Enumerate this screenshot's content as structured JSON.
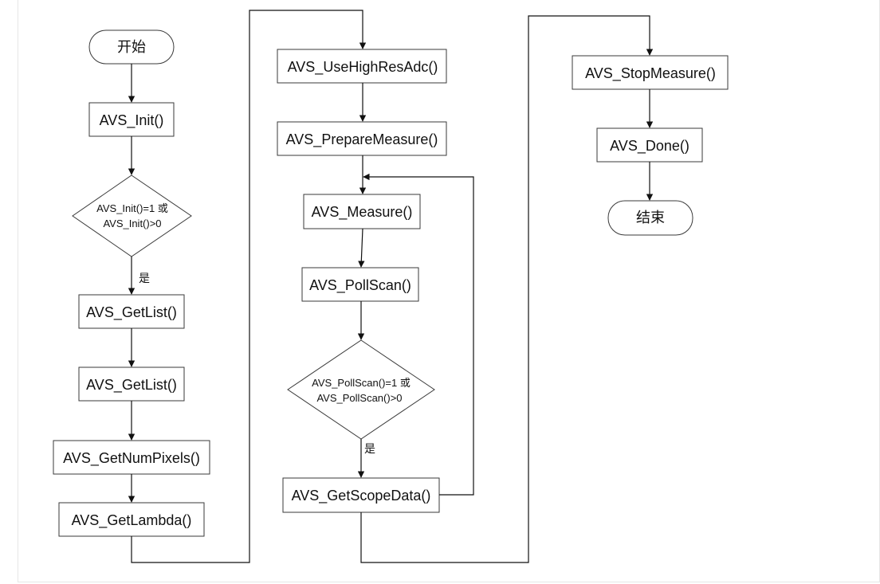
{
  "flowchart": {
    "col1": {
      "start": "开始",
      "init": "AVS_Init()",
      "check_init_line1": "AVS_Init()=1 或",
      "check_init_line2": "AVS_Init()>0",
      "yes1": "是",
      "getlist1": "AVS_GetList()",
      "getlist2": "AVS_GetList()",
      "getnumpixels": "AVS_GetNumPixels()",
      "getlambda": "AVS_GetLambda()"
    },
    "col2": {
      "usehighresadc": "AVS_UseHighResAdc()",
      "preparemeasure": "AVS_PrepareMeasure()",
      "measure": "AVS_Measure()",
      "pollscan": "AVS_PollScan()",
      "check_poll_line1": "AVS_PollScan()=1 或",
      "check_poll_line2": "AVS_PollScan()>0",
      "yes2": "是",
      "getscopedata": "AVS_GetScopeData()"
    },
    "col3": {
      "stopmeasure": "AVS_StopMeasure()",
      "done": "AVS_Done()",
      "end": "结束"
    }
  }
}
